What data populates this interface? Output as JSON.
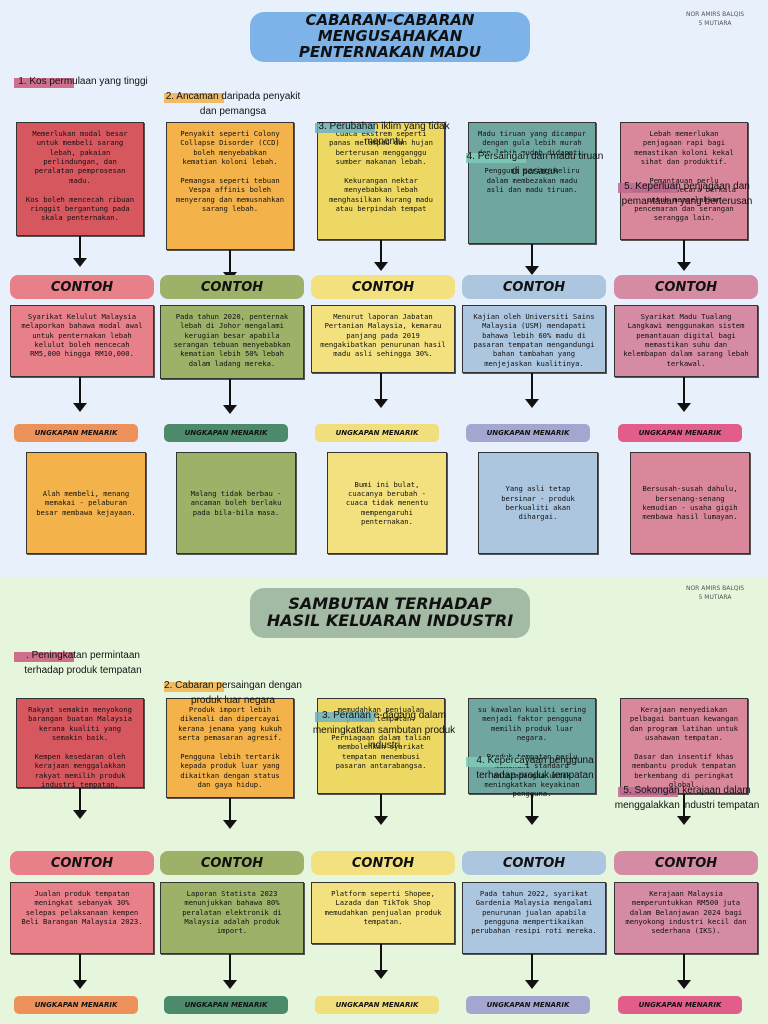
{
  "author": {
    "name": "NOR AMIRS BALQIS",
    "class": "5 MUTIARA"
  },
  "sections": [
    {
      "title": "CABARAN-CABARAN MENGUSAHAKAN\nPENTERNAKAN MADU",
      "contoh_label": "CONTOH",
      "ung_label": "UNGKAPAN MENARIK",
      "columns": [
        {
          "heading": "1. Kos permulaan yang tinggi",
          "info": "Memerlukan modal besar untuk membeli sarang lebah, pakaian perlindungan, dan peralatan pemprosesan madu.\n\nKos boleh mencecah ribuan ringgit bergantung pada skala penternakan.",
          "contoh": "Syarikat Kelulut Malaysia melaporkan bahawa modal awal untuk penternakan lebah kelulut boleh mencecah RM5,000 hingga RM10,000.",
          "ungkapan": "Alah membeli, menang memakai - pelaburan besar membawa kejayaan."
        },
        {
          "heading": "2. Ancaman daripada penyakit dan pemangsa",
          "info": "Penyakit seperti Colony Collapse Disorder (CCD) boleh menyebabkan kematian koloni lebah.\n\nPemangsa seperti tebuan Vespa affinis boleh menyerang dan memusnahkan sarang lebah.",
          "contoh": "Pada tahun 2020, penternak lebah di Johor mengalami kerugian besar apabila serangan tebuan menyebabkan kematian lebih 50% lebah dalam ladang mereka.",
          "ungkapan": "Malang tidak berbau - ancaman boleh berlaku pada bila-bila masa."
        },
        {
          "heading": "3. Perubahan iklim yang tidak menentu",
          "info": "Cuaca ekstrem seperti panas melampau dan hujan berterusan mengganggu sumber makanan lebah.\n\nKekurangan nektar menyebabkan lebah menghasilkan kurang madu atau berpindah tempat",
          "contoh": "Menurut laporan Jabatan Pertanian Malaysia, kemarau panjang pada 2019 mengakibatkan penurunan hasil madu asli sehingga 30%.",
          "ungkapan": "Bumi ini bulat, cuacanya berubah - cuaca tidak menentu mempengaruhi penternakan."
        },
        {
          "heading": "4. Persaingan dan madu tiruan di pasaran",
          "info": "Madu tiruan yang dicampur dengan gula lebih murah dan lebih mudah didapati.\n\nPengguna sering keliru dalam membezakan madu asli dan madu tiruan.",
          "contoh": "Kajian oleh Universiti Sains Malaysia (USM) mendapati bahawa lebih 60% madu di pasaran tempatan mengandungi bahan tambahan yang menjejaskan kualitinya.",
          "ungkapan": "Yang asli tetap bersinar - produk berkualiti akan dihargai."
        },
        {
          "heading": "5. Keperluan penjagaan dan pemantauan yang berterusan",
          "info": "Lebah memerlukan penjagaan rapi bagi memastikan koloni kekal sihat dan produktif.\n\nPemantauan perlu dilakukan secara berkala untuk mengelakkan pencemaran dan serangan serangga lain.",
          "contoh": "Syarikat Madu Tualang Langkawi menggunakan sistem pemantauan digital bagi memastikan suhu dan kelembapan dalam sarang lebah terkawal.",
          "ungkapan": "Bersusah-susah dahulu, bersenang-senang kemudian - usaha gigih membawa hasil lumayan."
        }
      ]
    },
    {
      "title": "SAMBUTAN TERHADAP\nHASIL KELUARAN INDUSTRI",
      "contoh_label": "CONTOH",
      "ung_label": "UNGKAPAN MENARIK",
      "columns": [
        {
          "heading": ". Peningkatan permintaan terhadap produk tempatan",
          "info": "Rakyat semakin menyokong barangan buatan Malaysia kerana kualiti yang semakin baik.\n\nKempen kesedaran oleh kerajaan menggalakkan rakyat memilih produk industri tempatan.",
          "contoh": "Jualan produk tempatan meningkat sebanyak 30% selepas pelaksanaan kempen Beli Barangan Malaysia 2023.",
          "ungkapan": ""
        },
        {
          "heading": "2. Cabaran persaingan dengan produk luar negara",
          "info": "Produk import lebih dikenali dan dipercayai kerana jenama yang kukuh serta pemasaran agresif.\n\nPengguna lebih tertarik kepada produk luar yang dikaitkan dengan status dan gaya hidup.",
          "contoh": "Laporan Statista 2023 menunjukkan bahawa 80% peralatan elektronik di Malaysia adalah produk import.",
          "ungkapan": ""
        },
        {
          "heading": "3. Peranan e-dagang dalam meningkatkan sambutan produk industri",
          "info": "memudahkan penjualan produk tempatan.\n\nPerniagaan dalam talian membolehkan syarikat tempatan menembusi pasaran antarabangsa.",
          "contoh": "Platform seperti Shopee, Lazada dan TikTok Shop memudahkan penjualan produk tempatan.",
          "ungkapan": ""
        },
        {
          "heading": "4. Kepercayaan pengguna terhadap produk tempatan",
          "info": "su kawalan kualiti sering menjadi faktor pengguna memilih produk luar negara.\n\nProduk tempatan perlu memenuhi standard antarabangsa untuk meningkatkan keyakinan pengguna.",
          "contoh": "Pada tahun 2022, syarikat Gardenia Malaysia mengalami penurunan jualan apabila pengguna mempertikaikan perubahan resipi roti mereka.",
          "ungkapan": ""
        },
        {
          "heading": "5. Sokongan kerajaan dalam menggalakkan industri tempatan",
          "info": "Kerajaan menyediakan pelbagai bantuan kewangan dan program latihan untuk usahawan tempatan.\n\nDasar dan insentif khas membantu produk tempatan berkembang di peringkat global.",
          "contoh": "Kerajaan Malaysia memperuntukkan RM500 juta dalam Belanjawan 2024 bagi menyokong industri kecil dan sederhana (IKS).",
          "ungkapan": ""
        }
      ]
    }
  ]
}
